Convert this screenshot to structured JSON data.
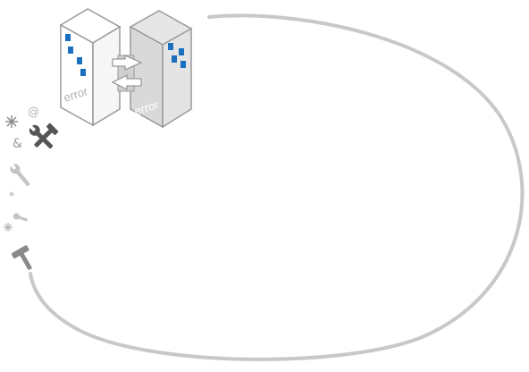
{
  "illustration": {
    "servers": [
      {
        "label": "error",
        "variant": "light"
      },
      {
        "label": "error",
        "variant": "dark"
      }
    ],
    "symbols": [
      "at-sign",
      "ampersand",
      "asterisk",
      "tools",
      "wrench",
      "hammer"
    ],
    "colors": {
      "ring": "#c8c8c8",
      "server_outline": "#9a9a9a",
      "server_light_fill": "#ffffff",
      "server_dark_fill": "#e0e0e0",
      "window_blue": "#1a6fbf",
      "label_light": "#b0b0b0",
      "label_dark": "#ffffff",
      "icon_dark": "#555555",
      "icon_light": "#b5b5b5"
    }
  }
}
